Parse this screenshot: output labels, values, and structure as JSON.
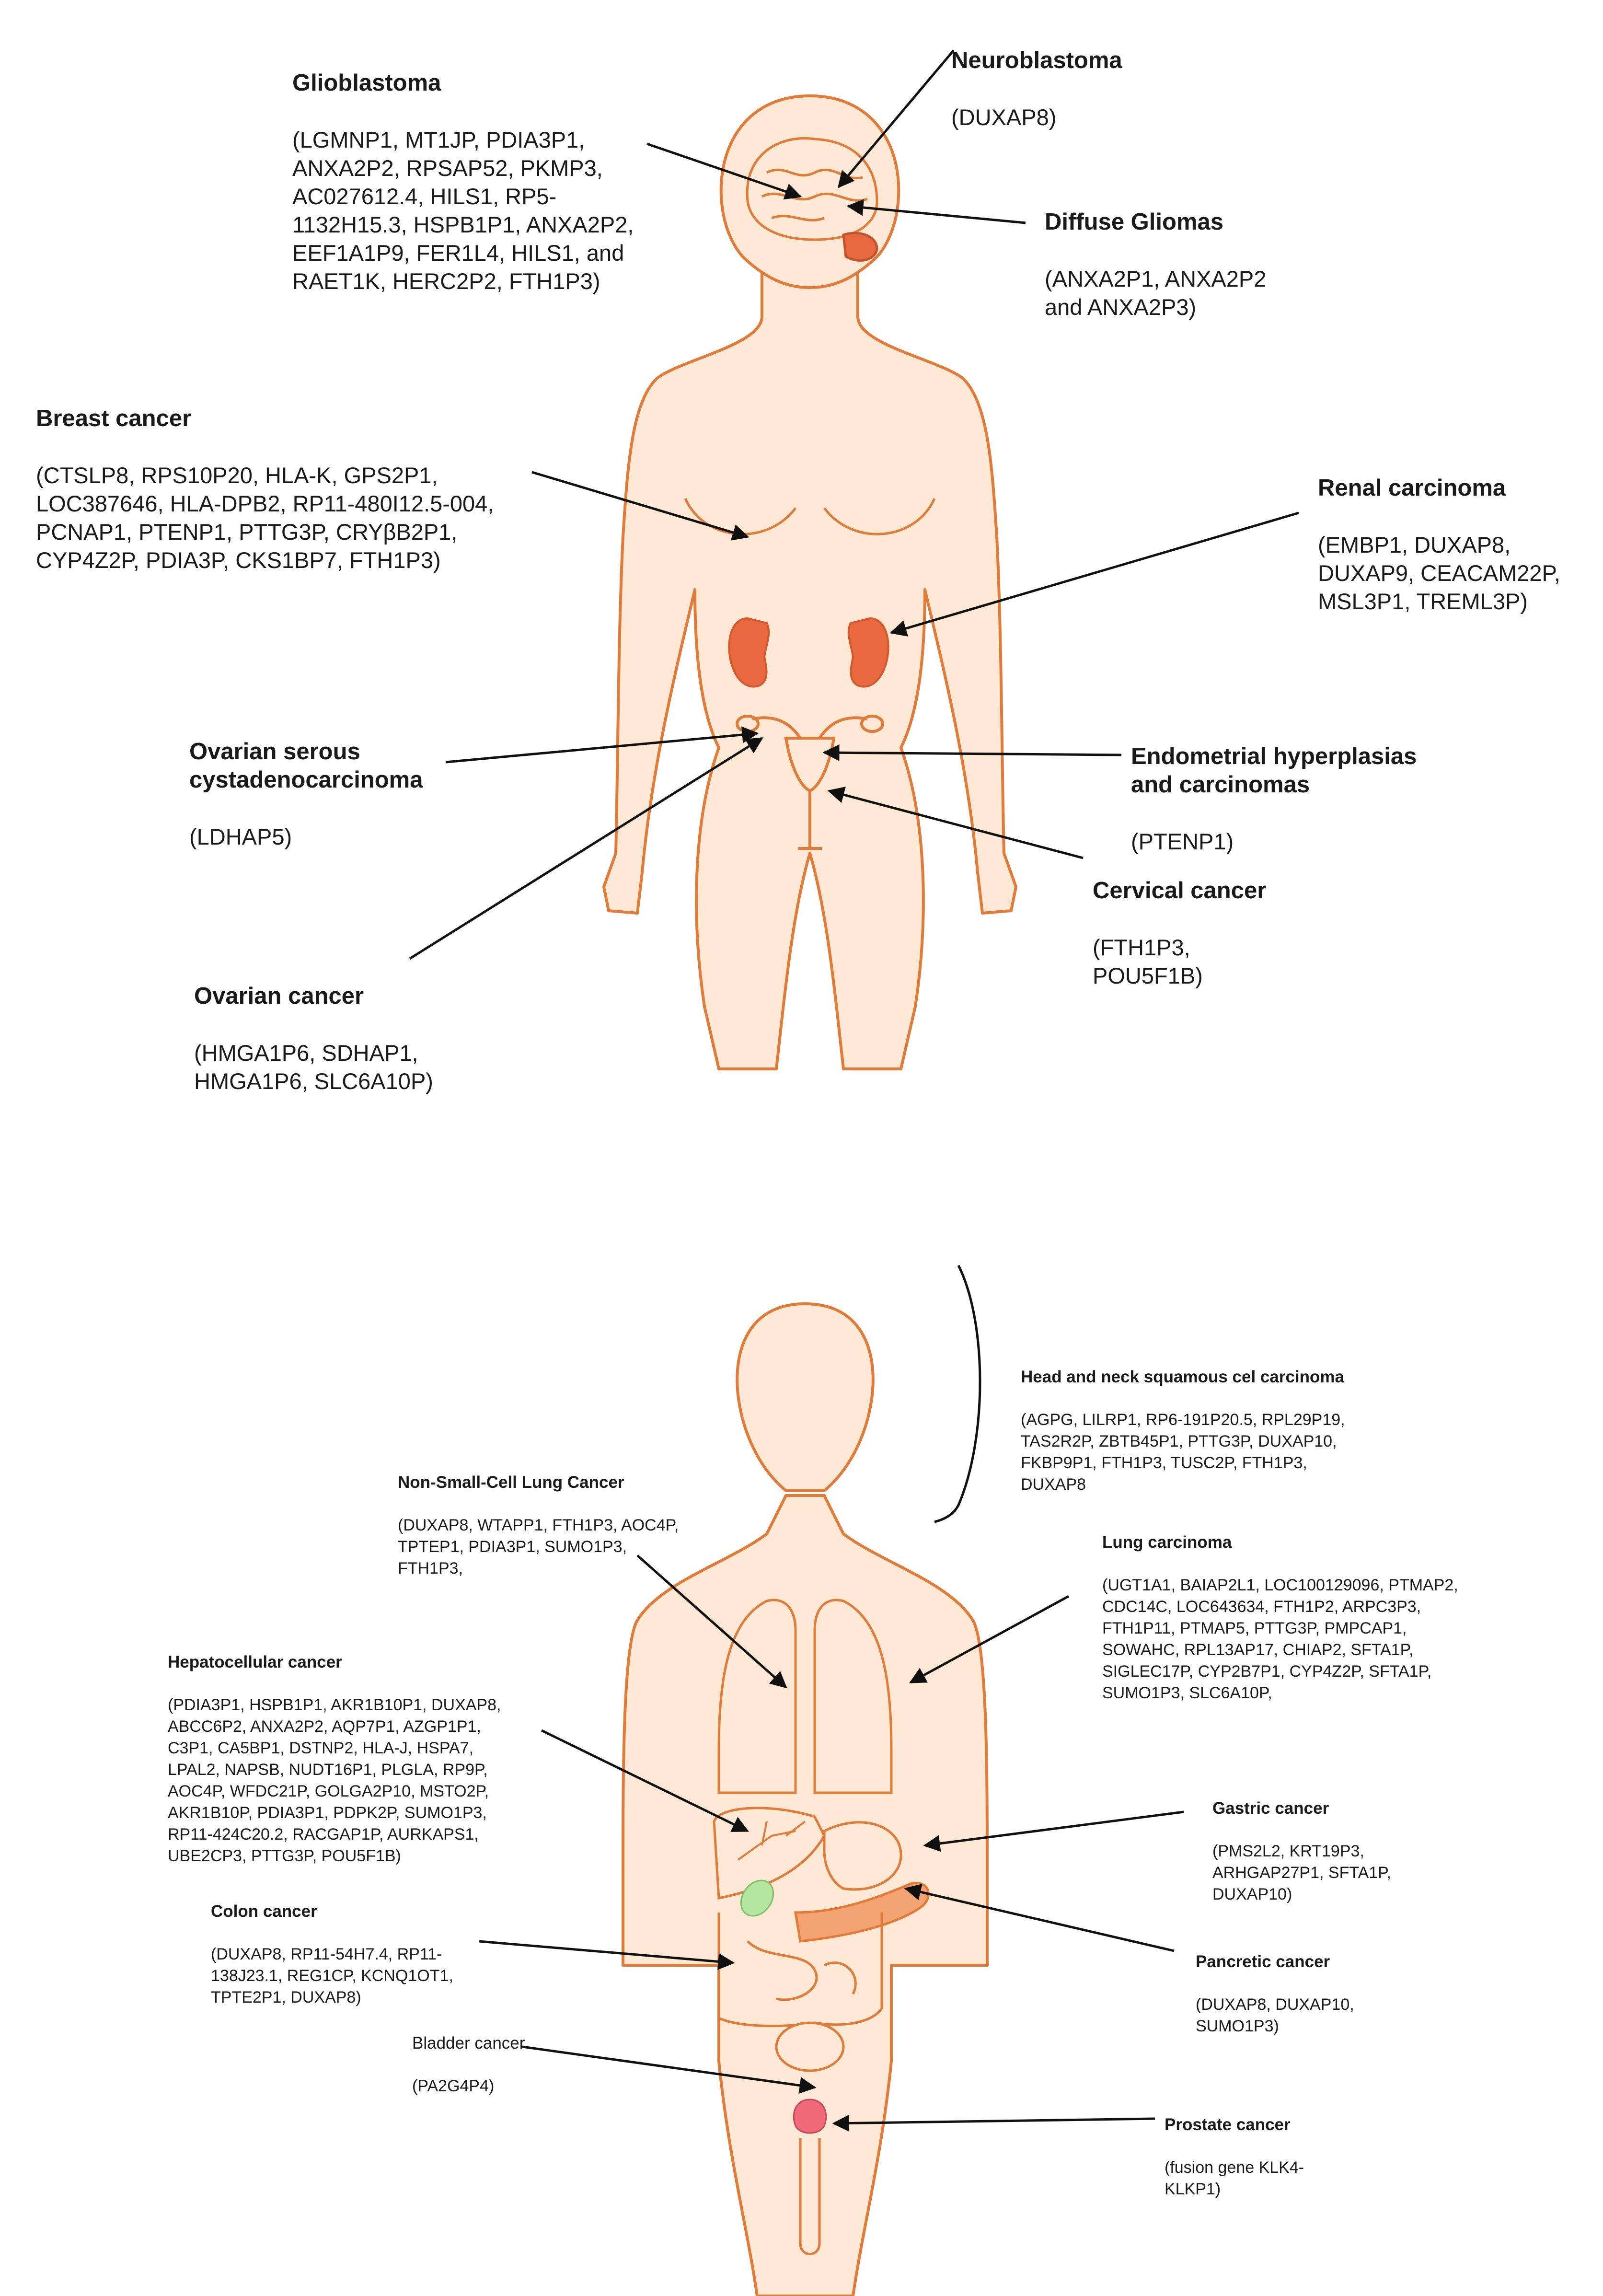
{
  "female": {
    "glioblastoma": {
      "title": "Glioblastoma",
      "genes": "(LGMNP1, MT1JP, PDIA3P1,\nANXA2P2, RPSAP52, PKMP3,\nAC027612.4, HILS1, RP5-\n1132H15.3, HSPB1P1, ANXA2P2,\nEEF1A1P9, FER1L4, HILS1, and\nRAET1K, HERC2P2, FTH1P3)"
    },
    "neuroblastoma": {
      "title": "Neuroblastoma",
      "genes": "(DUXAP8)"
    },
    "diffuse_gliomas": {
      "title": "Diffuse Gliomas",
      "genes": "(ANXA2P1, ANXA2P2\nand ANXA2P3)"
    },
    "breast_cancer": {
      "title": "Breast cancer",
      "genes": "(CTSLP8, RPS10P20, HLA-K, GPS2P1,\nLOC387646, HLA-DPB2, RP11-480I12.5-004,\nPCNAP1, PTENP1, PTTG3P, CRYβB2P1,\nCYP4Z2P, PDIA3P, CKS1BP7, FTH1P3)"
    },
    "renal_carcinoma": {
      "title": "Renal carcinoma",
      "genes": "(EMBP1, DUXAP8,\nDUXAP9, CEACAM22P,\nMSL3P1, TREML3P)"
    },
    "ovarian_serous": {
      "title": "Ovarian serous\ncystadenocarcinoma",
      "genes": "(LDHAP5)"
    },
    "endometrial": {
      "title": "Endometrial hyperplasias\nand carcinomas",
      "genes": "(PTENP1)"
    },
    "cervical_cancer": {
      "title": "Cervical cancer",
      "genes": "(FTH1P3,\nPOU5F1B)"
    },
    "ovarian_cancer": {
      "title": "Ovarian cancer",
      "genes": "(HMGA1P6, SDHAP1,\nHMGA1P6, SLC6A10P)"
    }
  },
  "male": {
    "head_neck": {
      "title": "Head and neck squamous cel carcinoma",
      "genes": "(AGPG, LILRP1, RP6-191P20.5, RPL29P19,\nTAS2R2P, ZBTB45P1, PTTG3P, DUXAP10,\nFKBP9P1, FTH1P3, TUSC2P, FTH1P3,\nDUXAP8"
    },
    "nsclc": {
      "title": "Non-Small-Cell Lung Cancer",
      "genes": "(DUXAP8, WTAPP1, FTH1P3, AOC4P,\nTPTEP1, PDIA3P1, SUMO1P3,\nFTH1P3,"
    },
    "lung_carcinoma": {
      "title": "Lung carcinoma",
      "genes": "(UGT1A1, BAIAP2L1, LOC100129096, PTMAP2,\nCDC14C, LOC643634, FTH1P2, ARPC3P3,\nFTH1P11, PTMAP5, PTTG3P, PMPCAP1,\nSOWAHC, RPL13AP17, CHIAP2, SFTA1P,\nSIGLEC17P, CYP2B7P1, CYP4Z2P, SFTA1P,\nSUMO1P3, SLC6A10P,"
    },
    "hepatocellular": {
      "title": "Hepatocellular cancer",
      "genes": "(PDIA3P1, HSPB1P1, AKR1B10P1, DUXAP8,\nABCC6P2, ANXA2P2, AQP7P1, AZGP1P1,\nC3P1, CA5BP1, DSTNP2, HLA-J, HSPA7,\nLPAL2, NAPSB, NUDT16P1, PLGLA, RP9P,\nAOC4P, WFDC21P, GOLGA2P10, MSTO2P,\nAKR1B10P, PDIA3P1, PDPK2P, SUMO1P3,\nRP11-424C20.2, RACGAP1P, AURKAPS1,\nUBE2CP3, PTTG3P, POU5F1B)"
    },
    "gastric": {
      "title": "Gastric cancer",
      "genes": "(PMS2L2, KRT19P3,\nARHGAP27P1, SFTA1P,\nDUXAP10)"
    },
    "colon": {
      "title": "Colon cancer",
      "genes": "(DUXAP8, RP11-54H7.4, RP11-\n138J23.1, REG1CP, KCNQ1OT1,\nTPTE2P1, DUXAP8)"
    },
    "pancreatic": {
      "title": "Pancretic cancer",
      "genes": "(DUXAP8, DUXAP10,\nSUMO1P3)"
    },
    "bladder": {
      "title": "Bladder cancer",
      "genes": "(PA2G4P4)"
    },
    "prostate": {
      "title": "Prostate cancer",
      "genes": "(fusion gene KLK4-\nKLKP1)"
    }
  },
  "colors": {
    "body_fill": "#fde7d5",
    "outline": "#e07b39",
    "kidney": "#e8693d",
    "gallbladder": "#b5e6a0",
    "prostate": "#f06a7a",
    "arrow": "#111111"
  }
}
